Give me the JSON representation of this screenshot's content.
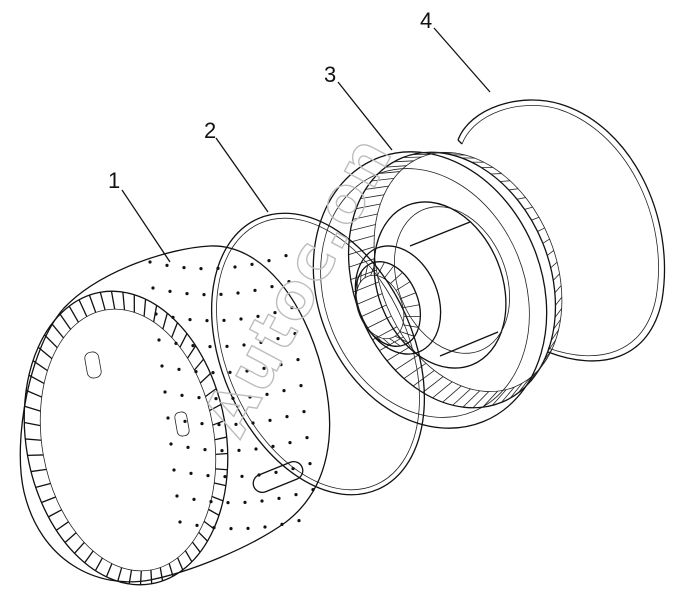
{
  "callouts": [
    {
      "id": "1",
      "label": "1"
    },
    {
      "id": "2",
      "label": "2"
    },
    {
      "id": "3",
      "label": "3"
    },
    {
      "id": "4",
      "label": "4"
    }
  ],
  "watermark": {
    "text": "Autoc.on"
  },
  "colors": {
    "line": "#111111",
    "background": "#ffffff",
    "watermark": "#bdbdbd"
  }
}
